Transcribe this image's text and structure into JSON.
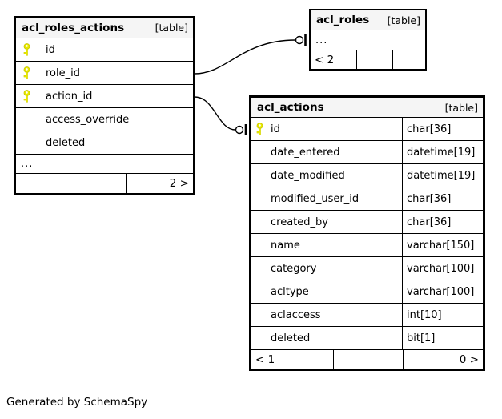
{
  "note": "Generated by SchemaSpy",
  "colors": {
    "background": "#ffffff",
    "header_bg": "#f5f5f5",
    "border": "#000000",
    "primary_key": "#e8e800"
  },
  "tables": [
    {
      "name": "acl_roles_actions",
      "tag": "[table]",
      "columns": [
        {
          "name": "id",
          "key": true
        },
        {
          "name": "role_id",
          "key": true
        },
        {
          "name": "action_id",
          "key": true
        },
        {
          "name": "access_override",
          "key": false
        },
        {
          "name": "deleted",
          "key": false
        }
      ],
      "ellipsis": "...",
      "footer": {
        "left": "",
        "middle": "",
        "right": "2 >"
      }
    },
    {
      "name": "acl_roles",
      "tag": "[table]",
      "columns": [],
      "ellipsis": "...",
      "footer": {
        "left": "< 2",
        "middle": "",
        "right": ""
      }
    },
    {
      "name": "acl_actions",
      "tag": "[table]",
      "columns": [
        {
          "name": "id",
          "type": "char[36]",
          "key": true
        },
        {
          "name": "date_entered",
          "type": "datetime[19]",
          "key": false
        },
        {
          "name": "date_modified",
          "type": "datetime[19]",
          "key": false
        },
        {
          "name": "modified_user_id",
          "type": "char[36]",
          "key": false
        },
        {
          "name": "created_by",
          "type": "char[36]",
          "key": false
        },
        {
          "name": "name",
          "type": "varchar[150]",
          "key": false
        },
        {
          "name": "category",
          "type": "varchar[100]",
          "key": false
        },
        {
          "name": "acltype",
          "type": "varchar[100]",
          "key": false
        },
        {
          "name": "aclaccess",
          "type": "int[10]",
          "key": false
        },
        {
          "name": "deleted",
          "type": "bit[1]",
          "key": false
        }
      ],
      "footer": {
        "left": "< 1",
        "middle": "",
        "right": "0 >"
      }
    }
  ],
  "relationships": [
    {
      "from_table": "acl_roles_actions",
      "from_column": "role_id",
      "to_table": "acl_roles"
    },
    {
      "from_table": "acl_roles_actions",
      "from_column": "action_id",
      "to_table": "acl_actions"
    }
  ]
}
